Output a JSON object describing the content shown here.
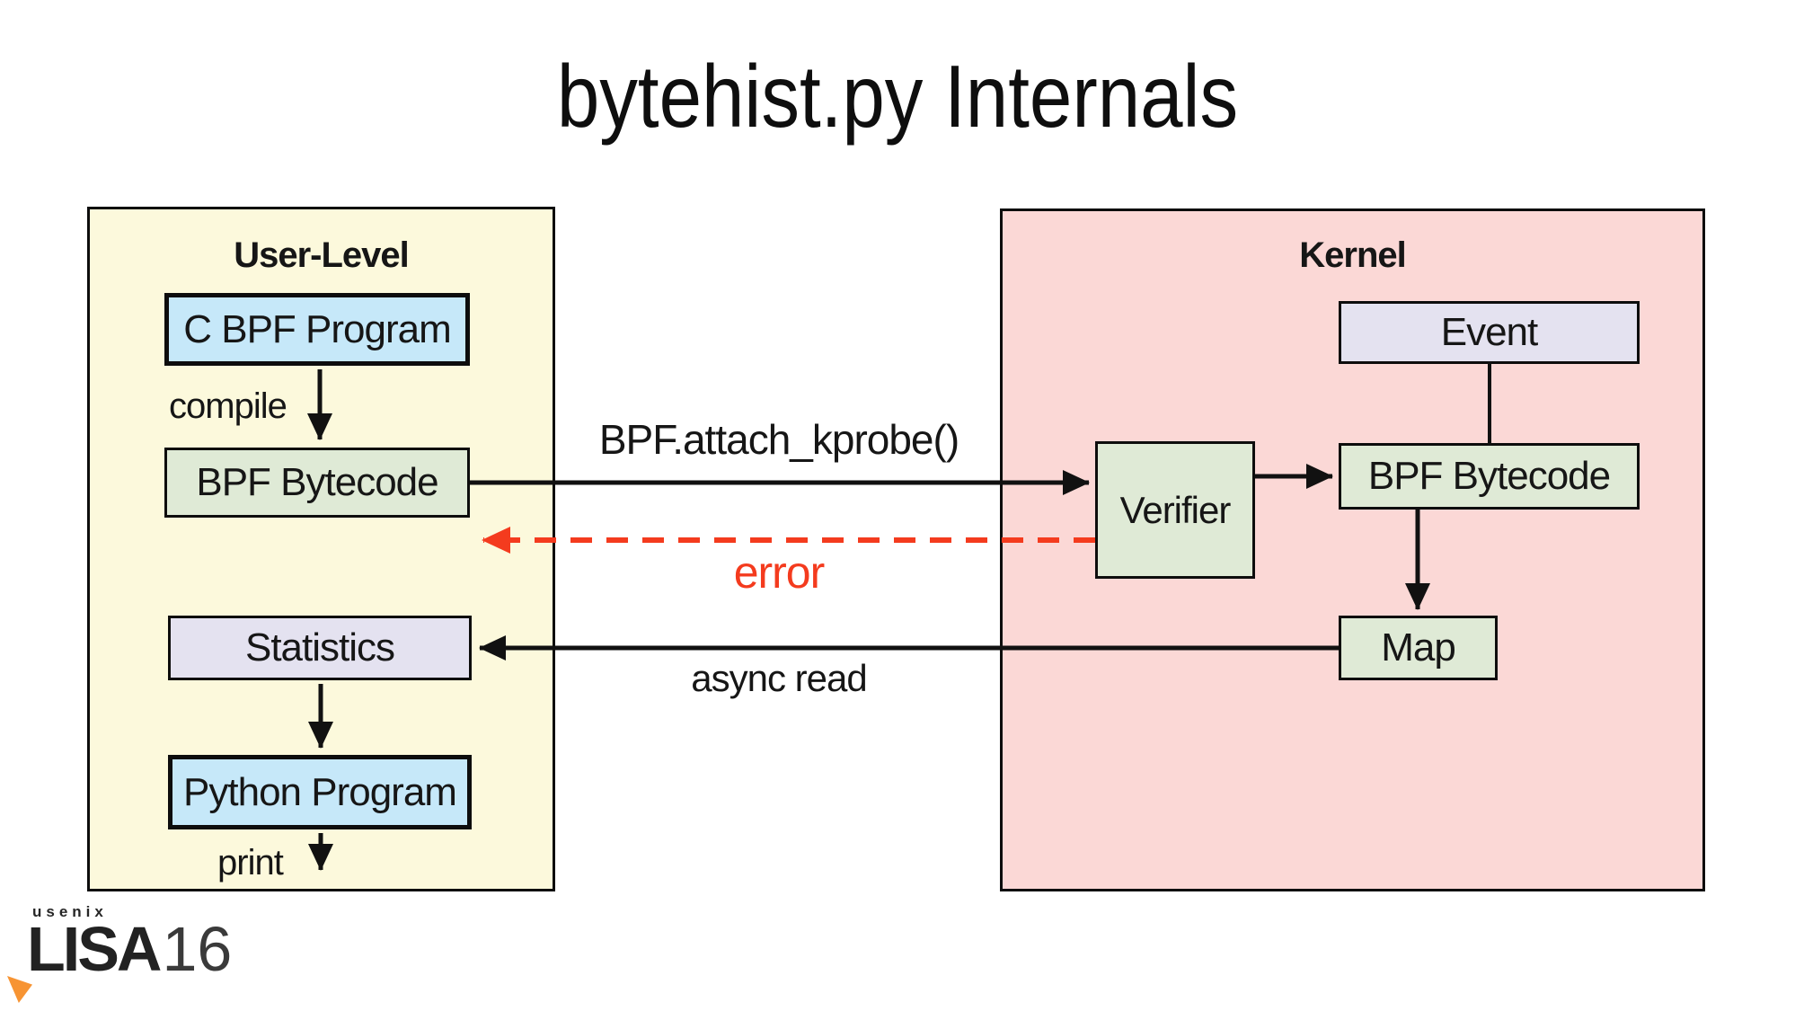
{
  "slide": {
    "title": "bytehist.py Internals"
  },
  "panels": {
    "user_level": {
      "label": "User-Level"
    },
    "kernel": {
      "label": "Kernel"
    }
  },
  "nodes": {
    "c_bpf_program": {
      "label": "C BPF Program"
    },
    "bpf_bytecode_user": {
      "label": "BPF Bytecode"
    },
    "statistics": {
      "label": "Statistics"
    },
    "python_program": {
      "label": "Python Program"
    },
    "event": {
      "label": "Event"
    },
    "verifier": {
      "label": "Verifier"
    },
    "bpf_bytecode_kernel": {
      "label": "BPF Bytecode"
    },
    "map": {
      "label": "Map"
    }
  },
  "edge_labels": {
    "compile": "compile",
    "print": "print",
    "attach_kprobe": "BPF.attach_kprobe()",
    "error": "error",
    "async_read": "async read"
  },
  "logo": {
    "org": "usenix",
    "conference": "LISA",
    "year": "16"
  },
  "colors": {
    "yellow": "#FCF9DC",
    "pink": "#FBD8D6",
    "blue": "#C6E8F9",
    "green": "#DFEAD6",
    "lavender": "#E4E2F0",
    "red": "#F43B1E",
    "orange": "#F79433",
    "ink": "#111111"
  }
}
